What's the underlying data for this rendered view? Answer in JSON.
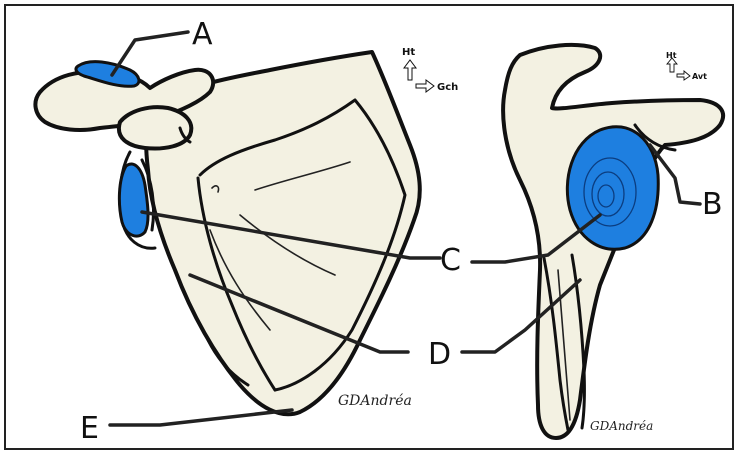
{
  "labels": {
    "a": "A",
    "b": "B",
    "c": "C",
    "d": "D",
    "e": "E"
  },
  "orientation_left": {
    "up": "Ht",
    "right": "Gch"
  },
  "orientation_right": {
    "up": "Ht",
    "right": "Avt"
  },
  "signature": "GDAndréa",
  "colors": {
    "highlight": "#1e7fe0",
    "bone": "#f3f1e2",
    "outline": "#111111",
    "frame": "#222222"
  }
}
